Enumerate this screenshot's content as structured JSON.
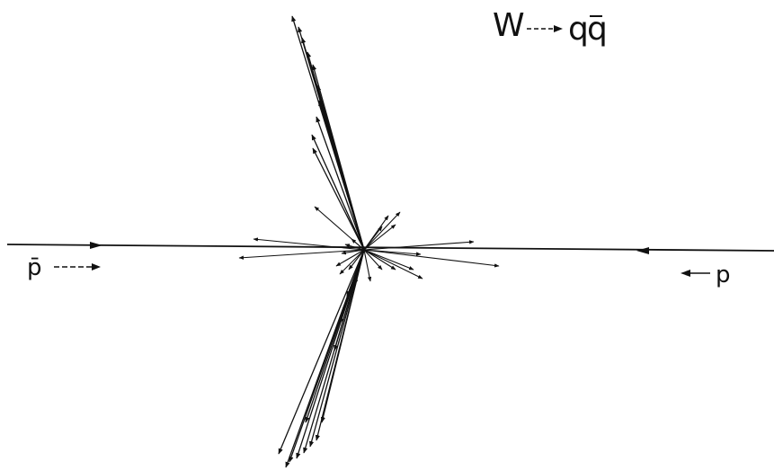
{
  "title": {
    "initial": "W",
    "arrow": "→",
    "final": "q",
    "final_bar": "q̄"
  },
  "beams": {
    "left_label": "p̄",
    "left_arrow": "→",
    "right_arrow": "←",
    "right_label": "p"
  },
  "colors": {
    "ink": "#111111",
    "background": "#ffffff"
  }
}
